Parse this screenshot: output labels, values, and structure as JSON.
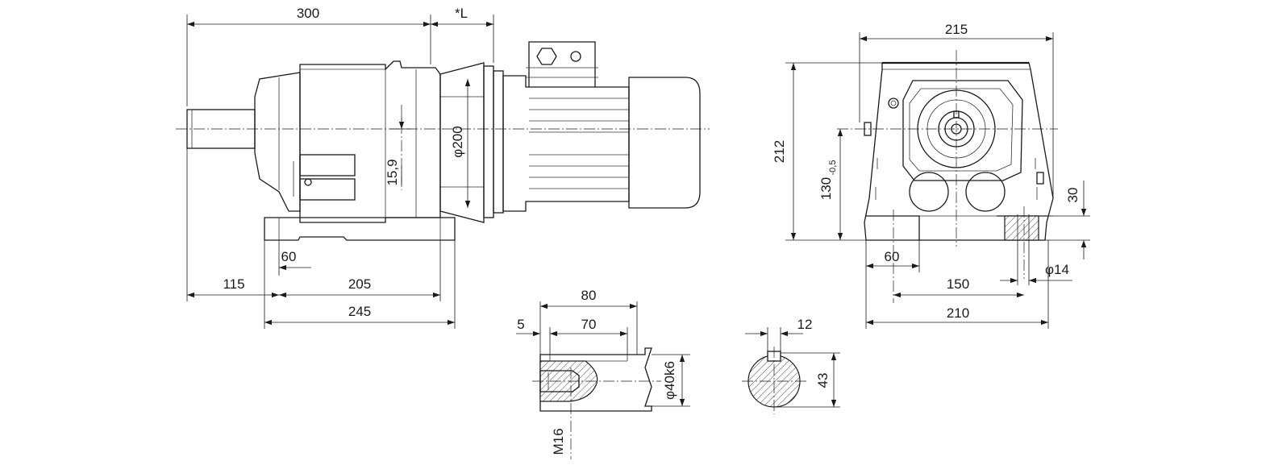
{
  "side_view": {
    "dim_overall_length": "300",
    "dim_motor_length": "*L",
    "dim_flange_diameter": "200",
    "dim_center_offset": "15,9",
    "dim_foot_hole_offset": "60",
    "dim_shaft_projection": "115",
    "dim_foot_hole_spacing": "205",
    "dim_foot_length": "245"
  },
  "front_view": {
    "dim_housing_width": "215",
    "dim_total_height": "212",
    "dim_shaft_height": "130",
    "dim_shaft_height_tolerance": "-0,5",
    "dim_foot_height": "30",
    "dim_foot_hole_offset": "60",
    "dim_foot_hole_spacing": "150",
    "dim_foot_width": "210",
    "dim_foot_hole_diameter": "14"
  },
  "shaft_detail": {
    "dim_shaft_length": "80",
    "dim_key_length": "70",
    "dim_key_offset": "5",
    "dim_shaft_diameter": "40k6",
    "dim_thread": "M16"
  },
  "shaft_section": {
    "dim_key_width": "12",
    "dim_key_height": "43"
  },
  "symbols": {
    "diameter": "φ"
  }
}
